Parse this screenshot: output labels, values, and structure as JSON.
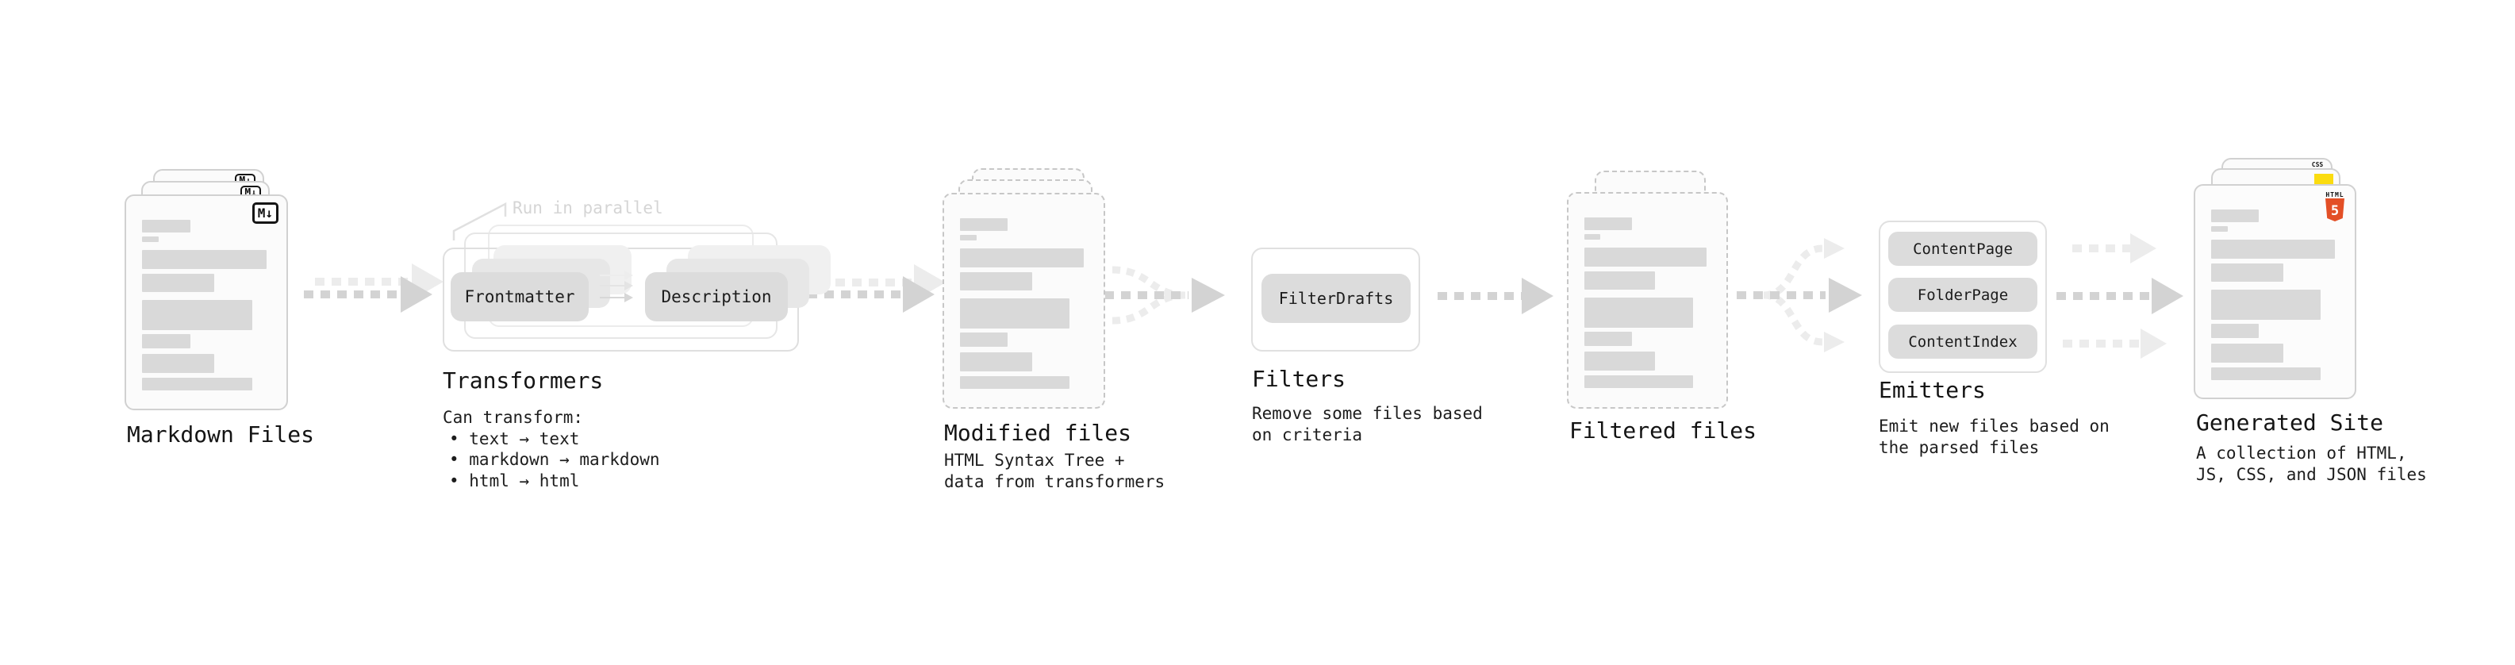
{
  "diagram": {
    "stages": {
      "markdown_files": {
        "label": "Markdown Files",
        "badge": "M↓"
      },
      "transformers": {
        "label": "Transformers",
        "annotation": "Run in parallel",
        "boxes": [
          "Frontmatter",
          "Description"
        ],
        "description_title": "Can transform:",
        "bullets": [
          "• text → text",
          "• markdown → markdown",
          "• html → html"
        ]
      },
      "modified_files": {
        "label": "Modified files",
        "description_lines": [
          "HTML Syntax Tree +",
          "data from transformers"
        ]
      },
      "filters": {
        "label": "Filters",
        "box": "FilterDrafts",
        "description_lines": [
          "Remove some files based",
          "on criteria"
        ]
      },
      "filtered_files": {
        "label": "Filtered files"
      },
      "emitters": {
        "label": "Emitters",
        "boxes": [
          "ContentPage",
          "FolderPage",
          "ContentIndex"
        ],
        "description_lines": [
          "Emit new files based on",
          "the parsed files"
        ]
      },
      "generated_site": {
        "label": "Generated Site",
        "description_lines": [
          "A collection of HTML,",
          "JS, CSS, and JSON files"
        ],
        "html5_word": "HTML",
        "html5_number": "5",
        "css_word": "CSS"
      }
    },
    "colors": {
      "html5_orange": "#e34f26",
      "js_yellow": "#fbdc0f",
      "css_blue": "#2d6ae3",
      "arrow_gray": "#d3d3d3",
      "arrow_faint": "#ececec",
      "bar_gray": "#d9d9d9"
    }
  }
}
